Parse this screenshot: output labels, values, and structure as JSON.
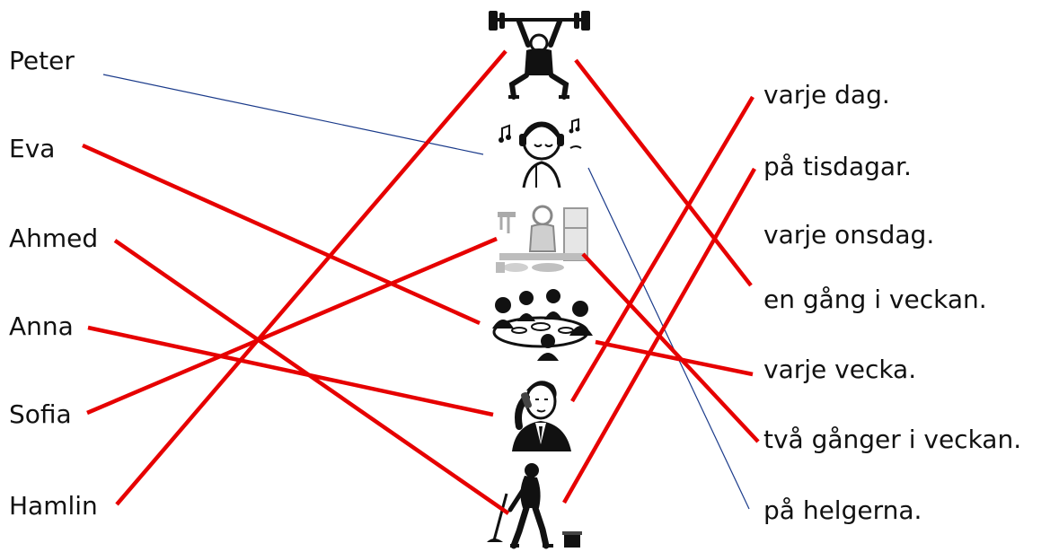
{
  "names": [
    "Peter",
    "Eva",
    "Ahmed",
    "Anna",
    "Sofia",
    "Hamlin"
  ],
  "pictures": [
    "weightlifting-icon",
    "listening-music-icon",
    "cooking-icon",
    "family-dinner-icon",
    "phone-call-icon",
    "mopping-icon"
  ],
  "frequencies": [
    "varje dag.",
    "på tisdagar.",
    "varje onsdag.",
    "en gång i veckan.",
    "varje vecka.",
    "två gånger i veckan.",
    "på helgerna."
  ],
  "colors": {
    "red_line": "#e60000",
    "blue_line": "#1a3a8a",
    "text": "#111111"
  }
}
